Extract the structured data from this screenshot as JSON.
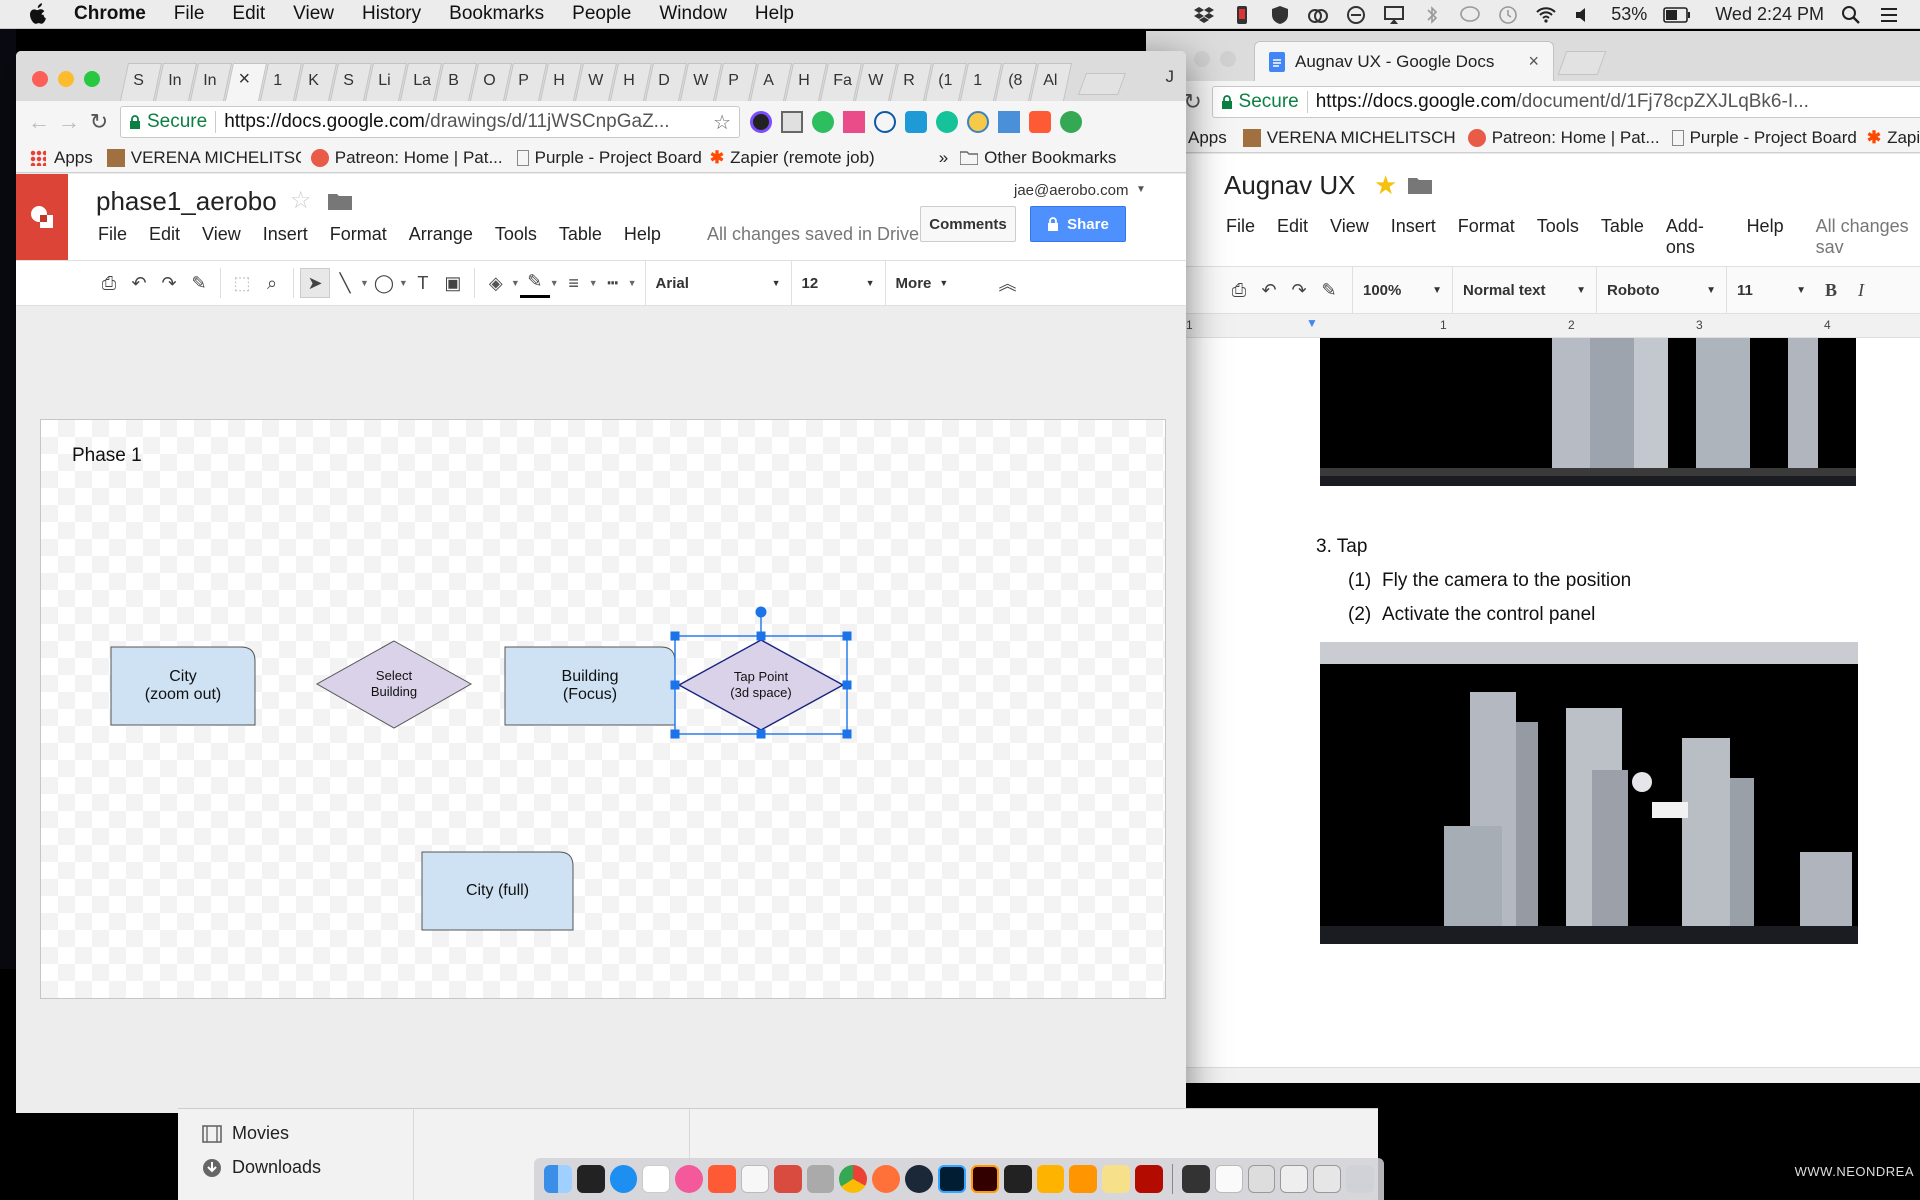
{
  "menubar": {
    "items": [
      "Chrome",
      "File",
      "Edit",
      "View",
      "History",
      "Bookmarks",
      "People",
      "Window",
      "Help"
    ],
    "battery": "53%",
    "clock": "Wed 2:24 PM"
  },
  "left_window": {
    "tabs": [
      "S",
      "In",
      "In",
      "×",
      "1",
      "K",
      "S",
      "Li",
      "La",
      "B",
      "O",
      "P",
      "H",
      "W",
      "H",
      "D",
      "W",
      "P",
      "A",
      "H",
      "Fa",
      "W",
      "R",
      "(1",
      "1",
      "(8",
      "Al"
    ],
    "profile_initial": "J",
    "url": {
      "secure_label": "Secure",
      "host": "https://docs.google.com",
      "path": "/drawings/d/11jWSCnpGaZ..."
    },
    "bookmarks": [
      "Apps",
      "VERENA MICHELITSCH",
      "Patreon: Home | Pat...",
      "Purple - Project Board",
      "Zapier (remote job)"
    ],
    "bookmarks_more": "»",
    "other_bookmarks": "Other Bookmarks",
    "drawing": {
      "title": "phase1_aerobo",
      "account": "jae@aerobo.com",
      "menu": [
        "File",
        "Edit",
        "View",
        "Insert",
        "Format",
        "Arrange",
        "Tools",
        "Table",
        "Help"
      ],
      "saved_status": "All changes saved in Drive",
      "comments_label": "Comments",
      "share_label": "Share",
      "font_name": "Arial",
      "font_size": "12",
      "more_label": "More",
      "page_title": "Phase 1",
      "shapes": {
        "city_zoom_out": [
          "City",
          "(zoom out)"
        ],
        "select_building": [
          "Select",
          "Building"
        ],
        "building_focus": [
          "Building",
          "(Focus)"
        ],
        "tap_point": [
          "Tap Point",
          "(3d space)"
        ],
        "city_full": "City (full)"
      }
    }
  },
  "right_window": {
    "tab_title": "Augnav UX - Google Docs",
    "url": {
      "secure_label": "Secure",
      "host": "https://docs.google.com",
      "path": "/document/d/1Fj78cpZXJLqBk6-I..."
    },
    "bookmarks": [
      "Apps",
      "VERENA MICHELITSCH",
      "Patreon: Home | Pat...",
      "Purple - Project Board",
      "Zapi"
    ],
    "doc": {
      "title": "Augnav UX",
      "menu": [
        "File",
        "Edit",
        "View",
        "Insert",
        "Format",
        "Tools",
        "Table",
        "Add-ons",
        "Help"
      ],
      "saved_status": "All changes sav",
      "zoom": "100%",
      "style": "Normal text",
      "font": "Roboto",
      "size": "11",
      "ruler": [
        "1",
        "1",
        "2",
        "3",
        "4"
      ],
      "heading": "3. Tap",
      "items": [
        {
          "num": "(1)",
          "text": "Fly the camera to the position"
        },
        {
          "num": "(2)",
          "text": "Activate the control panel"
        }
      ]
    }
  },
  "finder": {
    "items": [
      "Movies",
      "Downloads"
    ]
  },
  "watermark": "WWW.NEONDREA"
}
